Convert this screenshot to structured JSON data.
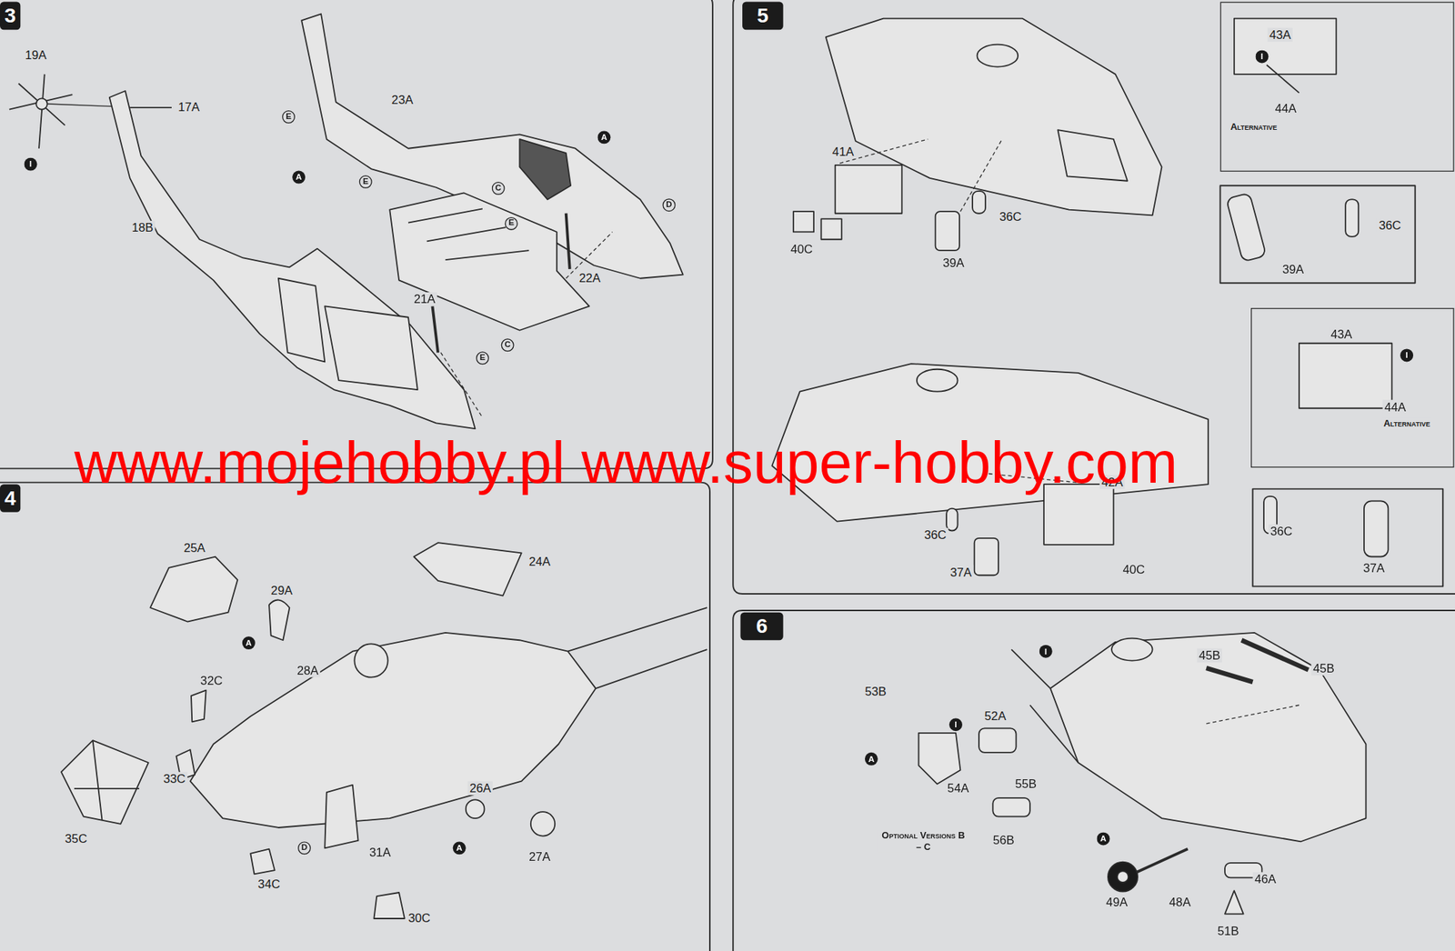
{
  "diagram": {
    "nodes": [
      {
        "text": [
          "3"
        ]
      },
      {
        "text": [
          "4"
        ]
      },
      {
        "text": [
          "5"
        ]
      },
      {
        "text": [
          "6"
        ]
      },
      {
        "text": [
          "Alternative"
        ]
      },
      {
        "text": [
          "Alternative"
        ]
      }
    ],
    "labels": [
      "19A",
      "I",
      "17A",
      "18B",
      "E",
      "23A",
      "A",
      "E",
      "A",
      "C",
      "D",
      "E",
      "22A",
      "21A",
      "C",
      "E",
      "25A",
      "24A",
      "29A",
      "A",
      "28A",
      "32C",
      "33C",
      "35C",
      "34C",
      "26A",
      "A",
      "D",
      "31A",
      "27A",
      "30C",
      "41A",
      "40C",
      "39A",
      "36C",
      "43A",
      "I",
      "44A",
      "39A",
      "36C",
      "43A",
      "I",
      "44A",
      "36C",
      "37A",
      "42A",
      "40C",
      "36C",
      "37A",
      "53B",
      "I",
      "45B",
      "45B",
      "52A",
      "I",
      "A",
      "54A",
      "55B",
      "Optional Versions B – C",
      "56B",
      "A",
      "49A",
      "48A",
      "46A",
      "51B",
      "www.mojehobby.pl www.super-hobby.com"
    ]
  }
}
